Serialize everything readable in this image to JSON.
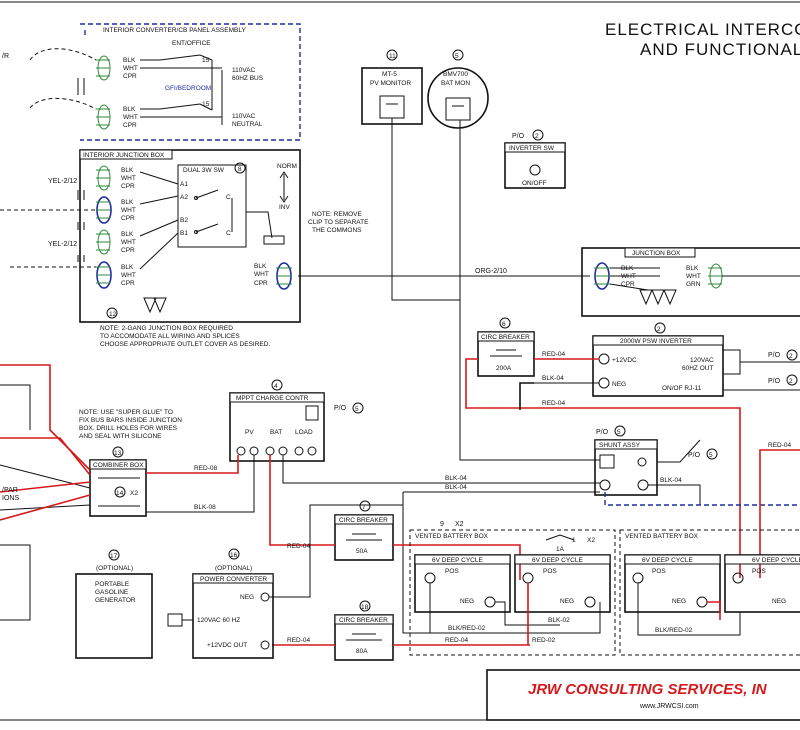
{
  "title": {
    "line1": "ELECTRICAL INTERCO",
    "line2": "AND FUNCTIONAL"
  },
  "company": {
    "name": "JRW CONSULTING SERVICES, IN",
    "url": "www.JRWCSI.com"
  },
  "panel": {
    "label": "INTERIOR CONVERTER/CB PANEL ASSEMBLY",
    "ent_office": "ENT/OFFICE",
    "gfi_bedroom": "GFI/BEDROOM",
    "bus": [
      "110VAC",
      "60HZ BUS"
    ],
    "neutral": [
      "110VAC",
      "NEUTRAL"
    ],
    "cb_top": "15",
    "cb_bottom": "15",
    "wires": [
      "BLK",
      "WHT",
      "CPR"
    ]
  },
  "junction_interior": {
    "label": "INTERIOR JUNCTION BOX",
    "wires": [
      "BLK",
      "WHT",
      "CPR"
    ],
    "cable_top": "YEL-2/12",
    "cable_bottom": "YEL-2/12",
    "switch_label": "DUAL 3W SW",
    "switch_num": "8",
    "terminals": [
      "A1",
      "A2",
      "B2",
      "B1",
      "C",
      "C"
    ],
    "norm": "NORM",
    "inv": "INV",
    "note_clip": [
      "NOTE: REMOVE",
      "CLIP TO SEPARATE",
      "THE COMMONS"
    ],
    "num": "12",
    "note": [
      "NOTE: 2-GANG JUNCTION BOX REQUIRED",
      "TO ACCOMODATE ALL WIRING AND SPLICES",
      "CHOOSE APPROPRIATE OUTLET COVER AS DESIRED."
    ]
  },
  "left_label": "/R",
  "pv_monitor": {
    "num": "11",
    "model": "MT-5",
    "name": "PV MONITOR"
  },
  "bat_mon": {
    "num": "5",
    "model": "BMV700",
    "name": "BAT MON"
  },
  "inverter_sw": {
    "po": "P/O",
    "num": "2",
    "name": "INVERTER SW",
    "state": "ON/OFF"
  },
  "junction_box": {
    "label": "JUNCTION BOX",
    "wires_l": [
      "BLK",
      "WHT",
      "CPR"
    ],
    "wires_r": [
      "BLK",
      "WHT",
      "GRN"
    ]
  },
  "cable_org": "ORG-2/10",
  "circ6": {
    "num": "6",
    "name": "CIRC BREAKER",
    "rating": "200A"
  },
  "inverter": {
    "num": "2",
    "name": "2000W PSW INVERTER",
    "pos": "+12VDC",
    "neg": "NEG",
    "out": [
      "120VAC",
      "60HZ OUT"
    ],
    "rj": "ON/OF RJ-11",
    "po1": "P/O",
    "po1n": "2",
    "po2": "P/O",
    "po2n": "2"
  },
  "mppt": {
    "num": "4",
    "name": "MPPT CHARGE CONTR",
    "pv": "PV",
    "bat": "BAT",
    "load": "LOAD",
    "po": "P/O",
    "pon": "5"
  },
  "shunt": {
    "po": "P/O",
    "num": "5",
    "name": "SHUNT ASSY",
    "po2": "P/O",
    "po2n": "5"
  },
  "combiner": {
    "num": "13",
    "name": "COMBINER BOX",
    "fuse_num": "14",
    "fuse_x": "X2"
  },
  "glue_note": [
    "NOTE: USE \"SUPER GLUE\" TO",
    "FIX BUS BARS INSIDE JUNCTION",
    "BOX. DRILL HOLES FOR WIRES",
    "AND SEAL WITH SILICONE"
  ],
  "par_label": [
    "/PAR",
    "IONS"
  ],
  "wires": {
    "red04": "RED-04",
    "blk04": "BLK-04",
    "red08": "RED-08",
    "blk08": "BLK-08",
    "blk02": "BLK-02",
    "red02": "RED-02",
    "blkred02": "BLK/RED-02"
  },
  "circ7": {
    "num": "7",
    "name": "CIRC BREAKER",
    "rating": "50A"
  },
  "circ18": {
    "num": "18",
    "name": "CIRC BREAKER",
    "rating": "80A"
  },
  "generator": {
    "num": "17",
    "opt": "(OPTIONAL)",
    "lines": [
      "PORTABLE",
      "GASOLINE",
      "GENERATOR"
    ]
  },
  "power_conv": {
    "num": "16",
    "opt": "(OPTIONAL)",
    "name": "POWER CONVERTER",
    "neg": "NEG",
    "in": "120VAC 60 HZ",
    "out": "+12VDC OUT"
  },
  "battery_group": {
    "num": "9",
    "x": "X2",
    "label": "VENTED BATTERY BOX",
    "fuse_num": "1",
    "fuse_x": "X2",
    "fuse_a": "1A"
  },
  "battery_box2": {
    "label": "VENTED BATTERY BOX"
  },
  "battery": {
    "name": "6V DEEP CYCLE",
    "pos": "POS",
    "neg": "NEG"
  }
}
